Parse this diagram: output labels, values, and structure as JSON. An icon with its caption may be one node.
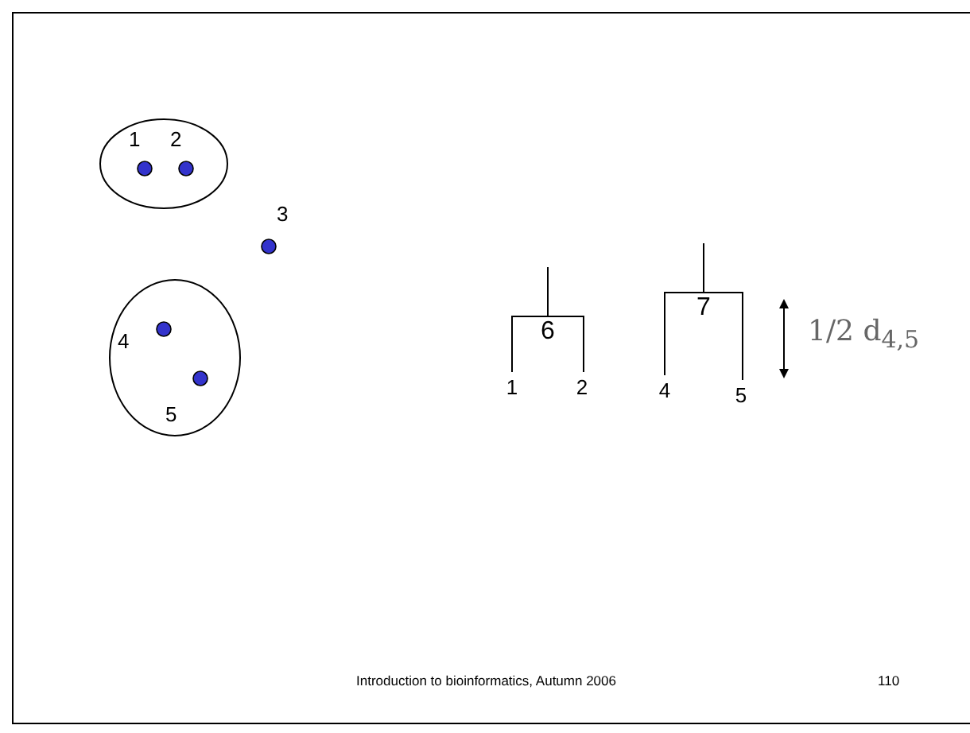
{
  "diagram": {
    "nodes": [
      {
        "text": [],
        "shape": "circle"
      },
      {
        "text": [],
        "shape": "circle",
        "in": 0,
        "beside": [
          "1"
        ]
      },
      {
        "text": [],
        "shape": "circle",
        "in": 0,
        "beside": [
          "2"
        ]
      },
      {
        "text": [],
        "shape": "circle",
        "beside": [
          "3"
        ]
      },
      {
        "text": [],
        "shape": "circle"
      },
      {
        "text": [],
        "shape": "circle",
        "in": 4,
        "beside": [
          "4"
        ]
      },
      {
        "text": [],
        "shape": "circle",
        "in": 4,
        "beside": [
          "5"
        ]
      },
      {
        "text": [
          "6"
        ]
      },
      {
        "text": [
          "1"
        ]
      },
      {
        "text": [
          "2"
        ]
      },
      {
        "text": [
          "7"
        ]
      },
      {
        "text": [
          "4"
        ]
      },
      {
        "text": [
          "5"
        ]
      }
    ],
    "edges": [
      {
        "from": null,
        "to": 7,
        "arrow": "none"
      },
      {
        "from": 7,
        "to": 8,
        "arrow": "none"
      },
      {
        "from": 7,
        "to": 9,
        "arrow": "none"
      },
      {
        "from": null,
        "to": 10,
        "arrow": "none"
      },
      {
        "from": 10,
        "to": 11,
        "arrow": "none"
      },
      {
        "from": 10,
        "to": 12,
        "arrow": "none"
      }
    ],
    "labels": [
      "1/2 d$_{4,5}$",
      "Introduction to bioinformatics, Autumn 2006",
      "110"
    ]
  }
}
